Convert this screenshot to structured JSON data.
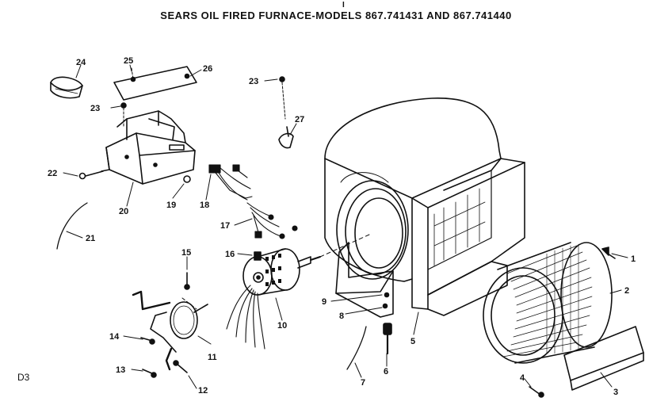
{
  "header": {
    "tick_mark": "I",
    "title": "SEARS OIL FIRED FURNACE-MODELS 867.741431 AND 867.741440"
  },
  "diagram_code": "D3",
  "callouts": [
    "1",
    "2",
    "3",
    "4",
    "5",
    "6",
    "7",
    "8",
    "9",
    "10",
    "11",
    "12",
    "13",
    "14",
    "15",
    "16",
    "17",
    "18",
    "19",
    "20",
    "21",
    "22",
    "23",
    "23",
    "24",
    "25",
    "26",
    "27"
  ]
}
